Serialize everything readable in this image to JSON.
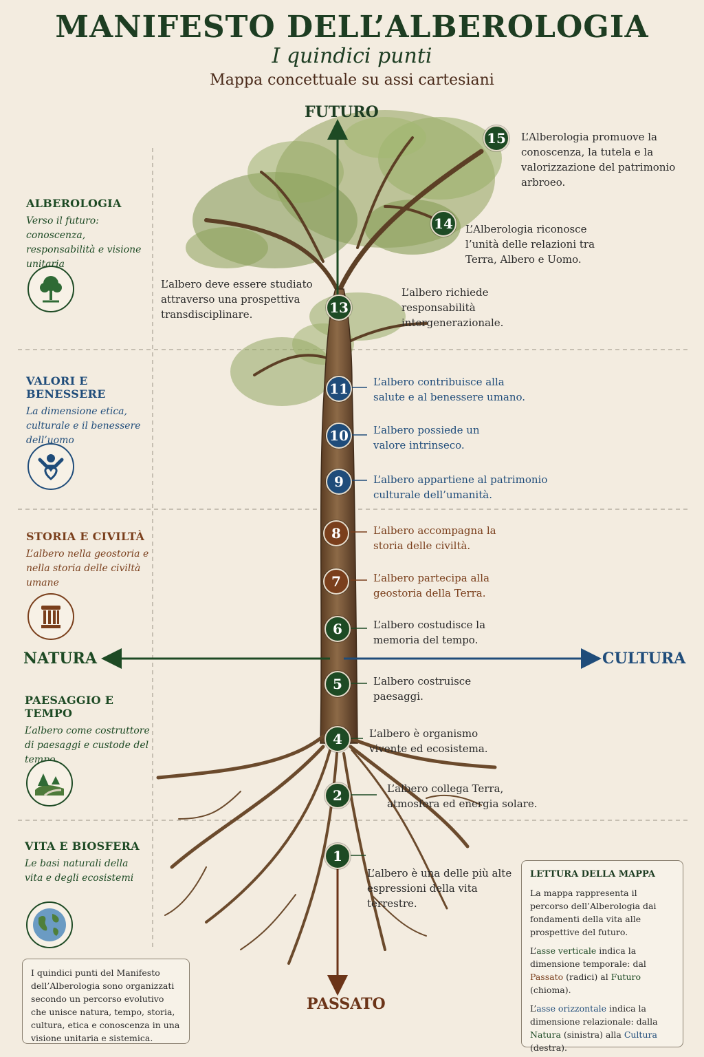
{
  "header": {
    "title": "MANIFESTO DELL’ALBEROLOGIA",
    "subtitle": "I quindici punti",
    "subtitle2": "Mappa concettuale su assi cartesiani"
  },
  "axes": {
    "top": "FUTURO",
    "bottom": "PASSATO",
    "left": "NATURA",
    "right": "CULTURA"
  },
  "colors": {
    "green": "#1d4a24",
    "blue": "#1f4c7a",
    "brown": "#7a3f1c",
    "earth": "#5b3a1e"
  },
  "sections": [
    {
      "title": "ALBEROLOGIA",
      "desc": "Verso il futuro: conoscenza, responsabilità e visione unitaria",
      "icon": "tree-icon"
    },
    {
      "title": "VALORI E BENESSERE",
      "desc": "La dimensione etica, culturale e il benessere dell’uomo",
      "icon": "person-heart-icon"
    },
    {
      "title": "STORIA E CIVILTÀ",
      "desc": "L’albero nella geostoria e nella storia delle civiltà umane",
      "icon": "column-icon"
    },
    {
      "title": "PAESAGGIO E TEMPO",
      "desc": "L’albero come costruttore di paesaggi e custode del tempo",
      "icon": "landscape-icon"
    },
    {
      "title": "VITA E BIOSFERA",
      "desc": "Le basi naturali della vita e degli ecosistemi",
      "icon": "globe-icon"
    }
  ],
  "points": [
    {
      "num": "15",
      "text": "L’Alberologia promuove la conoscenza, la tutela e la valorizzazione del patrimonio arbroeo."
    },
    {
      "num": "14",
      "text": "L’Alberologia riconosce l’unità delle relazioni tra Terra, Albero e Uomo."
    },
    {
      "num": "13",
      "text_left": "L’albero deve essere studiato attraverso una prospettiva transdisciplinare.",
      "text_right": "L’albero richiede responsabilità intergenerazionale."
    },
    {
      "num": "11",
      "text": "L’albero contribuisce alla salute e al benessere umano."
    },
    {
      "num": "10",
      "text": "L’albero possiede un valore intrinseco."
    },
    {
      "num": "9",
      "text": "L’albero appartiene al patrimonio culturale dell’umanità."
    },
    {
      "num": "8",
      "text": "L’albero accompagna la storia delle civiltà."
    },
    {
      "num": "7",
      "text": "L’albero partecipa alla geostoria della Terra."
    },
    {
      "num": "6",
      "text": "L’albero costudisce la memoria del tempo."
    },
    {
      "num": "5",
      "text": "L’albero costruisce paesaggi."
    },
    {
      "num": "4",
      "text": "L’albero è organismo vivente ed ecosistema."
    },
    {
      "num": "2",
      "text": "L’albero collega Terra, atmosfera ed energia solare."
    },
    {
      "num": "1",
      "text": "L’albero è una delle più alte espressioni della vita terrestre."
    }
  ],
  "intro_box": "I quindici punti del Manifesto dell’Alberologia sono organizzati secondo un percorso evolutivo che unisce natura, tempo, storia, cultura, etica e conoscenza in una visione unitaria e sistemica.",
  "legend": {
    "title": "LETTURA DELLA MAPPA",
    "p1": "La mappa rappresenta il percorso dell’Alberologia dai fondamenti della vita alle prospettive del futuro.",
    "p2_a": "L’",
    "p2_term": "asse verticale",
    "p2_b": " indica la dimensione temporale: dal ",
    "p2_past": "Passato",
    "p2_c": " (radici) al ",
    "p2_future": "Futuro",
    "p2_d": " (chioma).",
    "p3_a": "L’",
    "p3_term": "asse orizzontale",
    "p3_b": " indica la dimensione relazionale: dalla ",
    "p3_nat": "Natura",
    "p3_c": " (sinistra) alla ",
    "p3_cult": "Cultura",
    "p3_d": " (destra)."
  }
}
